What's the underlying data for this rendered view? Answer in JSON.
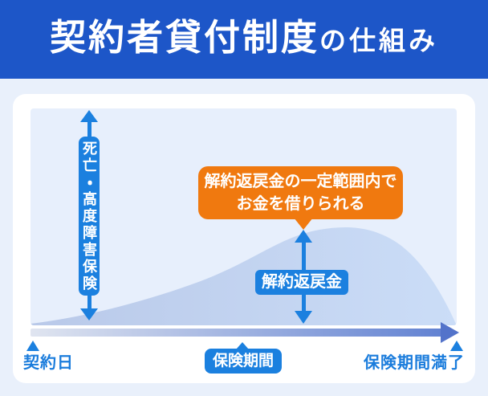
{
  "header": {
    "title_main": "契約者貸付制度",
    "title_suffix": "の仕組み"
  },
  "diagram": {
    "death_benefit_bar_label": "死亡・高度障害保険",
    "loan_callout": {
      "line1": "解約返戻金の一定範囲内で",
      "line2": "お金を借りられる"
    },
    "surrender_value_label": "解約返戻金",
    "timeline": {
      "start_label": "契約日",
      "period_label": "保険期間",
      "end_label": "保険期間満了"
    }
  },
  "colors": {
    "header_bg": "#1d56c8",
    "page_bg": "#e9f0fb",
    "panel_bg": "#e7effc",
    "accent_blue": "#1b80df",
    "callout_orange": "#f0790f",
    "curve_fill_start": "#b9c9e9",
    "curve_fill_end": "#cbddf7",
    "timeline_start": "#e0e5f0",
    "timeline_end": "#6282d2",
    "timeline_head": "#5373ca",
    "label_text_blue": "#1a7cdc"
  }
}
